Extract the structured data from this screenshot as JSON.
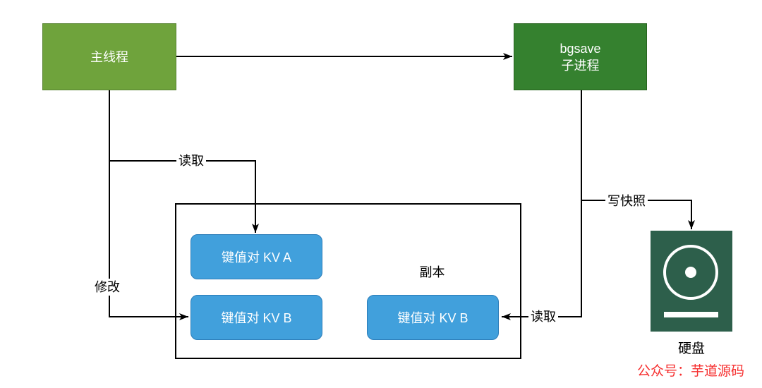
{
  "diagram": {
    "nodes": {
      "main_thread": {
        "label": "主线程"
      },
      "bgsave": {
        "label_line1": "bgsave",
        "label_line2": "子进程"
      },
      "kv_a": {
        "label": "键值对 KV A"
      },
      "kv_b": {
        "label": "键值对 KV B"
      },
      "kv_b_copy": {
        "label": "键值对 KV B"
      },
      "replica": {
        "label": "副本"
      },
      "disk": {
        "label": "硬盘"
      }
    },
    "edges": {
      "read_left": {
        "label": "读取"
      },
      "modify": {
        "label": "修改"
      },
      "read_right": {
        "label": "读取"
      },
      "write_snapshot": {
        "label": "写快照"
      }
    },
    "colors": {
      "main_thread_fill": "#6FA33C",
      "bgsave_fill": "#35812F",
      "kv_fill": "#41A0DC",
      "disk_fill": "#2D5F4B",
      "connector": "#000000",
      "watermark": "#F62F2F"
    },
    "watermark": {
      "text": "公众号：芋道源码"
    }
  }
}
